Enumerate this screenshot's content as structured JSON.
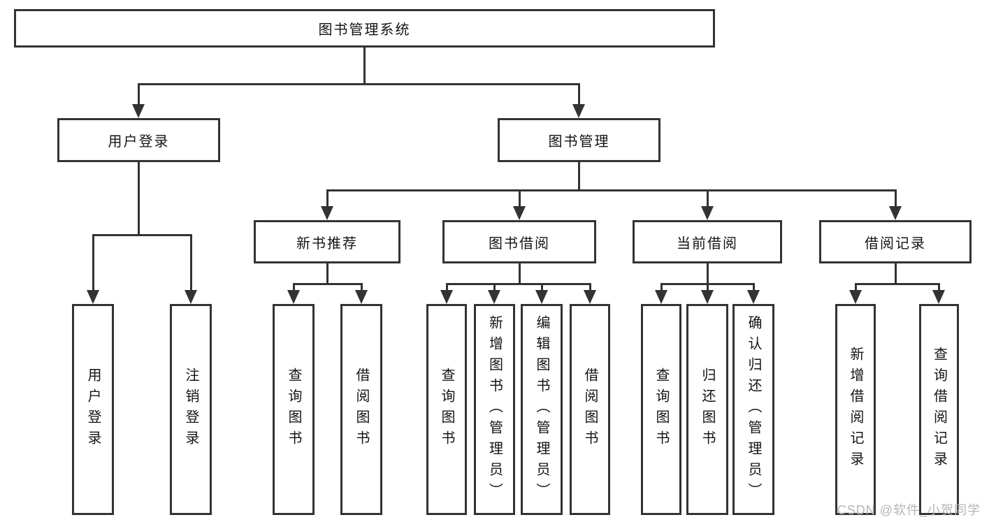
{
  "colors": {
    "line": "#333333",
    "text": "#141414",
    "background": "#ffffff",
    "watermark": "#b5b5b5"
  },
  "watermark": "CSDN @软件_小贺同学",
  "tree": {
    "root": "图书管理系统",
    "branches": [
      {
        "label": "用户登录",
        "leaves": [
          "用户登录",
          "注销登录"
        ]
      },
      {
        "label": "图书管理",
        "sections": [
          {
            "label": "新书推荐",
            "leaves": [
              "查询图书",
              "借阅图书"
            ]
          },
          {
            "label": "图书借阅",
            "leaves": [
              "查询图书",
              "新增图书（管理员）",
              "编辑图书（管理员）",
              "借阅图书"
            ]
          },
          {
            "label": "当前借阅",
            "leaves": [
              "查询图书",
              "归还图书",
              "确认归还（管理员）"
            ]
          },
          {
            "label": "借阅记录",
            "leaves": [
              "新增借阅记录",
              "查询借阅记录"
            ]
          }
        ]
      }
    ]
  }
}
